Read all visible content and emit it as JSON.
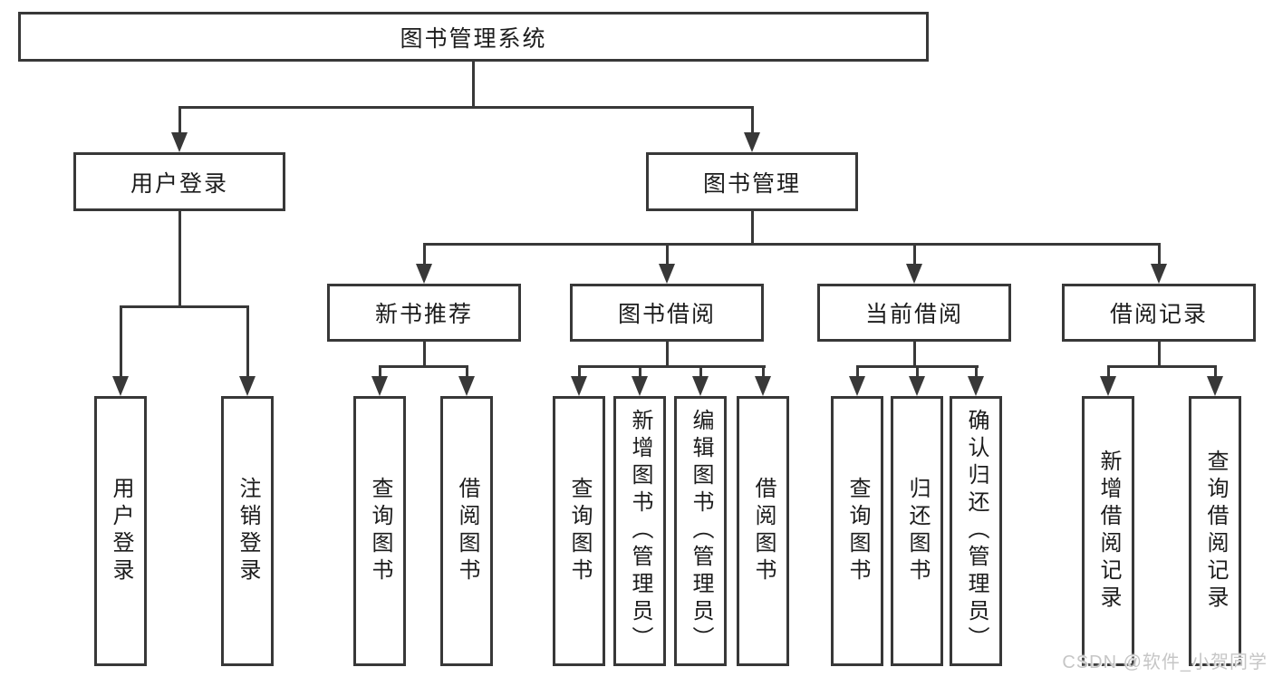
{
  "diagram": {
    "root": {
      "label": "图书管理系统"
    },
    "level2": [
      {
        "label": "用户登录"
      },
      {
        "label": "图书管理"
      }
    ],
    "level3": [
      {
        "label": "新书推荐"
      },
      {
        "label": "图书借阅"
      },
      {
        "label": "当前借阅"
      },
      {
        "label": "借阅记录"
      }
    ],
    "leaves": {
      "user_login": [
        {
          "label": "用户登录"
        },
        {
          "label": "注销登录"
        }
      ],
      "new_book_recommend": [
        {
          "label": "查询图书"
        },
        {
          "label": "借阅图书"
        }
      ],
      "book_borrowing": [
        {
          "label": "查询图书"
        },
        {
          "label": "新增图书（管理员）"
        },
        {
          "label": "编辑图书（管理员）"
        },
        {
          "label": "借阅图书"
        }
      ],
      "current_borrowing": [
        {
          "label": "查询图书"
        },
        {
          "label": "归还图书"
        },
        {
          "label": "确认归还（管理员）"
        }
      ],
      "borrowing_records": [
        {
          "label": "新增借阅记录"
        },
        {
          "label": "查询借阅记录"
        }
      ]
    },
    "watermark": "CSDN @软件_小贺同学",
    "colors": {
      "line": "#383838",
      "text": "#1c1c1c",
      "watermark": "#c6c6c6",
      "background": "#ffffff"
    }
  }
}
